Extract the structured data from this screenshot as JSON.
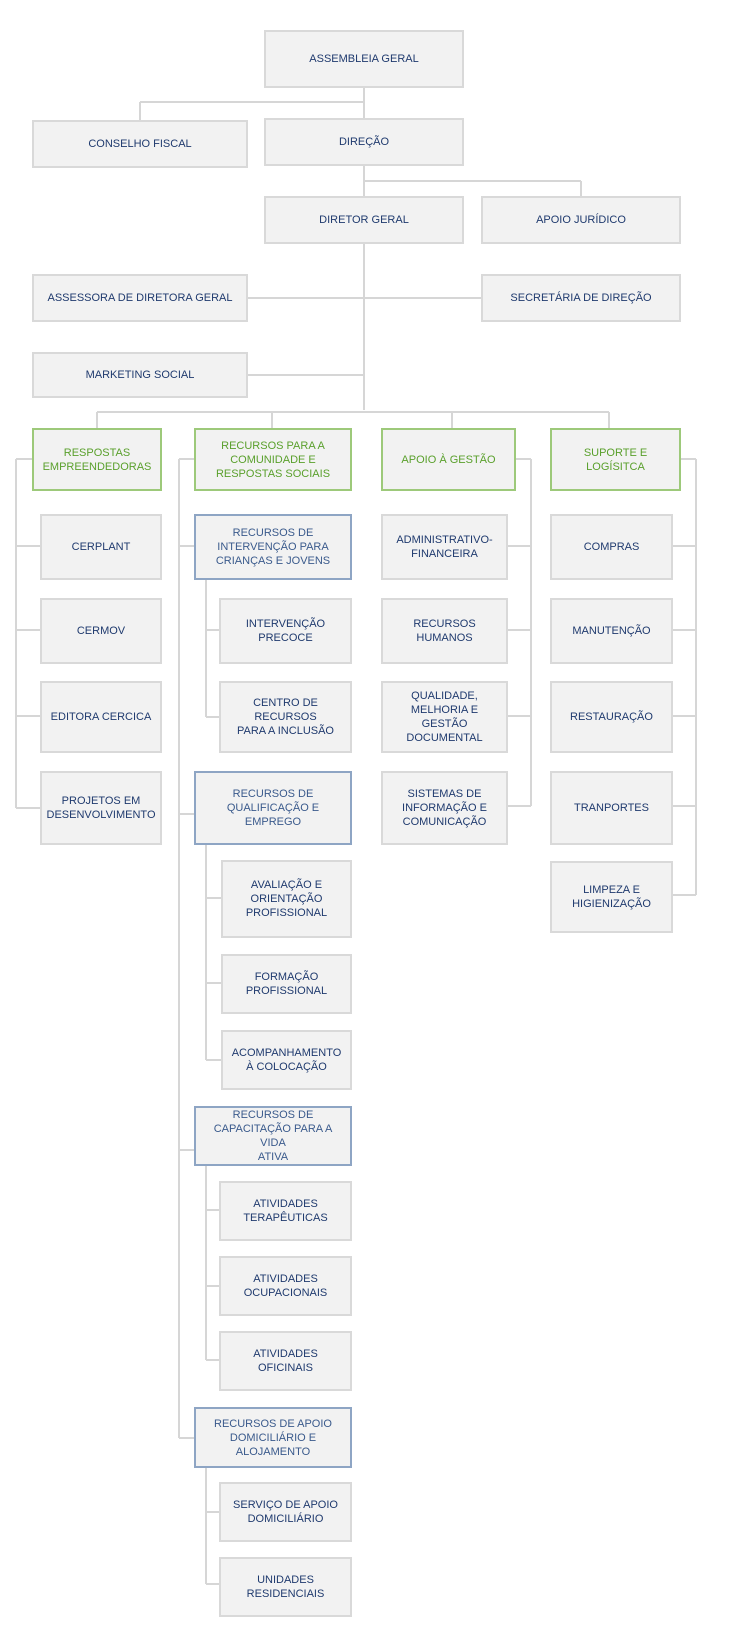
{
  "top": {
    "assembleia": "ASSEMBLEIA GERAL",
    "conselho": "CONSELHO FISCAL",
    "direcao": "DIREÇÃO",
    "diretor": "DIRETOR GERAL",
    "apoio_juridico": "APOIO JURÍDICO",
    "assessora": "ASSESSORA DE DIRETORA GERAL",
    "secretaria": "SECRETÁRIA DE DIREÇÃO",
    "marketing": "MARKETING SOCIAL"
  },
  "departments": {
    "respostas": {
      "label": "RESPOSTAS\nEMPREENDEDORAS",
      "items": [
        "CERPLANT",
        "CERMOV",
        "EDITORA CERCICA",
        "PROJETOS EM\nDESENVOLVIMENTO"
      ]
    },
    "recursos": {
      "label": "RECURSOS PARA A\nCOMUNIDADE E\nRESPOSTAS SOCIAIS",
      "groups": [
        {
          "label": "RECURSOS DE\nINTERVENÇÃO PARA\nCRIANÇAS E JOVENS",
          "items": [
            "INTERVENÇÃO\nPRECOCE",
            "CENTRO DE RECURSOS\nPARA A INCLUSÃO"
          ]
        },
        {
          "label": "RECURSOS DE\nQUALIFICAÇÃO E EMPREGO",
          "items": [
            "AVALIAÇÃO E\nORIENTAÇÃO\nPROFISSIONAL",
            "FORMAÇÃO\nPROFISSIONAL",
            "ACOMPANHAMENTO\nÀ COLOCAÇÃO"
          ]
        },
        {
          "label": "RECURSOS DE\nCAPACITAÇÃO PARA A VIDA\nATIVA",
          "items": [
            "ATIVIDADES\nTERAPÊUTICAS",
            "ATIVIDADES\nOCUPACIONAIS",
            "ATIVIDADES OFICINAIS"
          ]
        },
        {
          "label": "RECURSOS DE APOIO\nDOMICILIÁRIO E\nALOJAMENTO",
          "items": [
            "SERVIÇO DE APOIO\nDOMICILIÁRIO",
            "UNIDADES\nRESIDENCIAIS"
          ]
        }
      ]
    },
    "apoio": {
      "label": "APOIO À GESTÃO",
      "items": [
        "ADMINISTRATIVO-\nFINANCEIRA",
        "RECURSOS\nHUMANOS",
        "QUALIDADE,\nMELHORIA E GESTÃO\nDOCUMENTAL",
        "SISTEMAS DE\nINFORMAÇÃO E\nCOMUNICAÇÃO"
      ]
    },
    "suporte": {
      "label": "SUPORTE E LOGÍSITCA",
      "items": [
        "COMPRAS",
        "MANUTENÇÃO",
        "RESTAURAÇÃO",
        "TRANPORTES",
        "LIMPEZA E\nHIGIENIZAÇÃO"
      ]
    }
  }
}
